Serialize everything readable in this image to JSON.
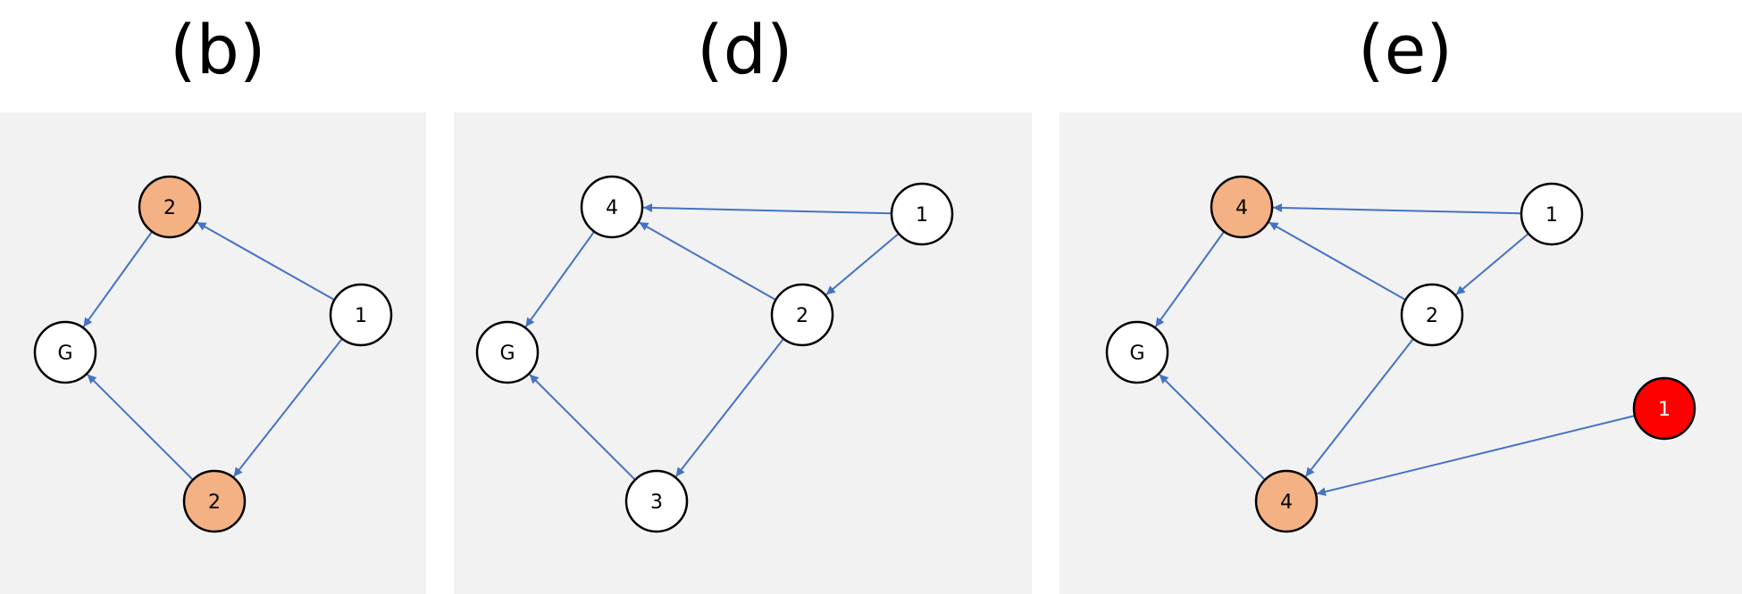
{
  "colors": {
    "edge": "#4472c4",
    "node_default_fill": "#ffffff",
    "node_orange_fill": "#f4b183",
    "node_red_fill": "#ff0000",
    "node_stroke": "#000000",
    "panel_bg": "#f2f2f2"
  },
  "panels": [
    {
      "title": "(b)",
      "nodes": [
        {
          "id": "b_top",
          "label": "2",
          "style": "orange"
        },
        {
          "id": "b_g",
          "label": "G",
          "style": "default"
        },
        {
          "id": "b_1",
          "label": "1",
          "style": "default"
        },
        {
          "id": "b_bot",
          "label": "2",
          "style": "orange"
        }
      ],
      "edges": [
        {
          "from": "b_1",
          "to": "b_top"
        },
        {
          "from": "b_top",
          "to": "b_g"
        },
        {
          "from": "b_1",
          "to": "b_bot"
        },
        {
          "from": "b_bot",
          "to": "b_g"
        }
      ]
    },
    {
      "title": "(d)",
      "nodes": [
        {
          "id": "d_4",
          "label": "4",
          "style": "default"
        },
        {
          "id": "d_1",
          "label": "1",
          "style": "default"
        },
        {
          "id": "d_2",
          "label": "2",
          "style": "default"
        },
        {
          "id": "d_g",
          "label": "G",
          "style": "default"
        },
        {
          "id": "d_3",
          "label": "3",
          "style": "default"
        }
      ],
      "edges": [
        {
          "from": "d_1",
          "to": "d_4"
        },
        {
          "from": "d_1",
          "to": "d_2"
        },
        {
          "from": "d_2",
          "to": "d_4"
        },
        {
          "from": "d_4",
          "to": "d_g"
        },
        {
          "from": "d_2",
          "to": "d_3"
        },
        {
          "from": "d_3",
          "to": "d_g"
        }
      ]
    },
    {
      "title": "(e)",
      "nodes": [
        {
          "id": "e_4t",
          "label": "4",
          "style": "orange"
        },
        {
          "id": "e_1",
          "label": "1",
          "style": "default"
        },
        {
          "id": "e_2",
          "label": "2",
          "style": "default"
        },
        {
          "id": "e_g",
          "label": "G",
          "style": "default"
        },
        {
          "id": "e_4b",
          "label": "4",
          "style": "orange"
        },
        {
          "id": "e_1r",
          "label": "1",
          "style": "red"
        }
      ],
      "edges": [
        {
          "from": "e_1",
          "to": "e_4t"
        },
        {
          "from": "e_1",
          "to": "e_2"
        },
        {
          "from": "e_2",
          "to": "e_4t"
        },
        {
          "from": "e_4t",
          "to": "e_g"
        },
        {
          "from": "e_2",
          "to": "e_4b"
        },
        {
          "from": "e_4b",
          "to": "e_g"
        },
        {
          "from": "e_1r",
          "to": "e_4b"
        }
      ]
    }
  ]
}
